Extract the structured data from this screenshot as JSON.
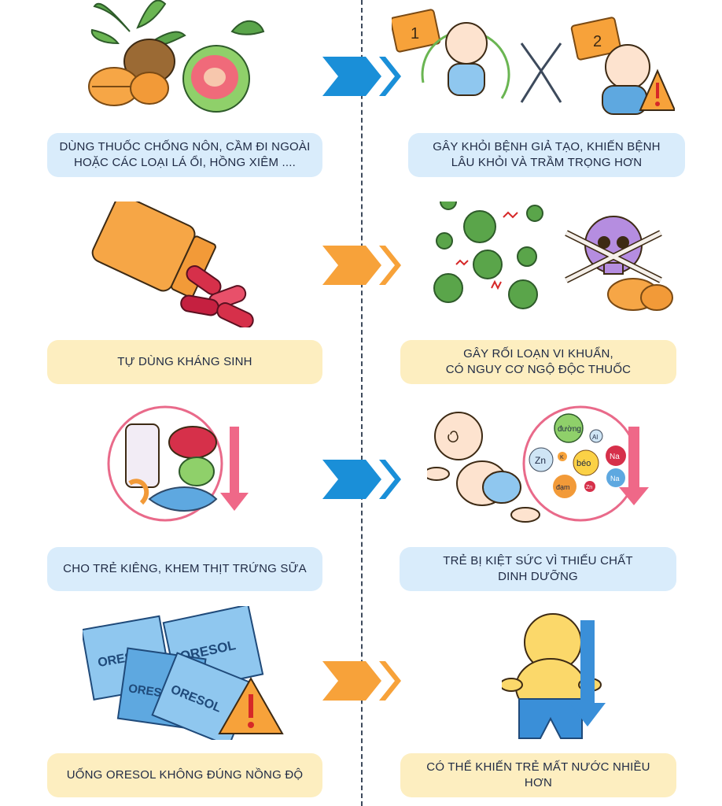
{
  "colors": {
    "blue_box": "#d9ecfb",
    "yellow_box": "#fdeec0",
    "blue_arrow": "#1a8fd8",
    "orange_arrow": "#f7a23a",
    "text": "#1f2a44"
  },
  "rows": [
    {
      "cause": "DÙNG THUỐC CHỐNG NÔN, CẦM ĐI NGOÀI\nHOẶC CÁC LOẠI LÁ ỔI, HỒNG XIÊM ....",
      "effect": "GÂY KHỎI BỆNH GIẢ TẠO, KHIẾN BỆNH\nLÂU KHỎI VÀ TRẦM TRỌNG HƠN",
      "box_color": "blue",
      "arrow_color": "blue"
    },
    {
      "cause": "TỰ DÙNG KHÁNG SINH",
      "effect": "GÂY RỐI LOẠN VI KHUẨN,\nCÓ NGUY CƠ NGỘ ĐỘC THUỐC",
      "box_color": "yellow",
      "arrow_color": "orange"
    },
    {
      "cause": "CHO TRẺ KIÊNG, KHEM THỊT TRỨNG SỮA",
      "effect": "TRẺ BỊ KIỆT SỨC VÌ THIẾU CHẤT\nDINH DƯỠNG",
      "box_color": "blue",
      "arrow_color": "blue"
    },
    {
      "cause": "UỐNG ORESOL KHÔNG ĐÚNG NỒNG ĐỘ",
      "effect": "CÓ THỂ KHIẾN TRẺ MẤT NƯỚC NHIỀU HƠN",
      "box_color": "yellow",
      "arrow_color": "orange"
    }
  ],
  "illustration_text": {
    "calendar_1": "1",
    "calendar_2": "2",
    "nutrients": [
      "đường",
      "Al",
      "Zn",
      "K",
      "béo",
      "Na",
      "đạm",
      "Zn",
      "Na"
    ],
    "oresol": "ORESOL",
    "oresol_partial": "ORES"
  }
}
